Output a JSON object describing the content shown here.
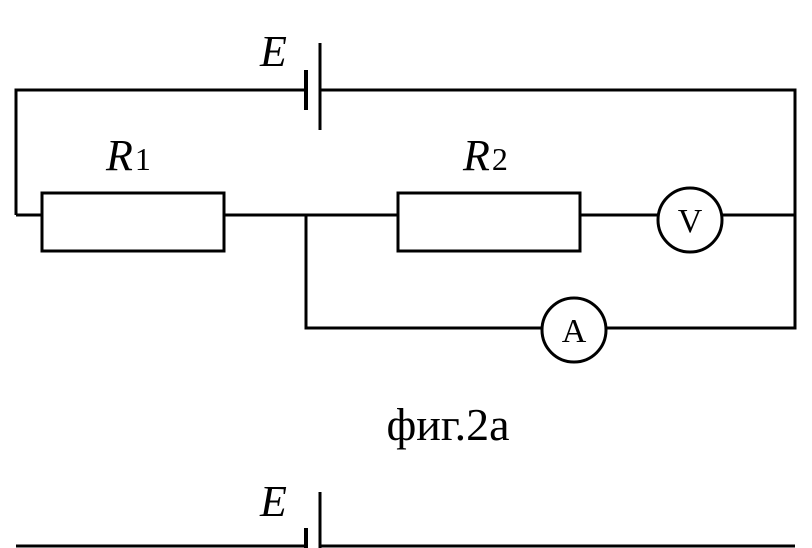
{
  "figure_a": {
    "battery_label": "E",
    "resistor1": {
      "symbol": "R",
      "subscript": "1"
    },
    "resistor2": {
      "symbol": "R",
      "subscript": "2"
    },
    "voltmeter_label": "V",
    "ammeter_label": "A",
    "caption": "фиг.2а"
  },
  "figure_b": {
    "battery_label": "E"
  }
}
